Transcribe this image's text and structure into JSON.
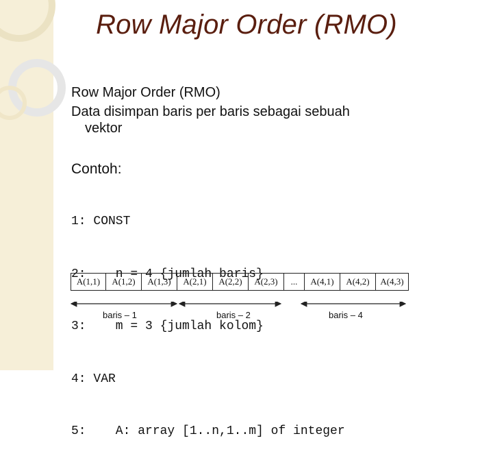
{
  "slide": {
    "title": "Row Major Order (RMO)",
    "heading": "Row Major Order (RMO)",
    "desc_line1": "Data disimpan baris per baris sebagai sebuah",
    "desc_line2": "vektor",
    "contoh": "Contoh:",
    "code": [
      "1: CONST",
      "2:    n = 4 {jumlah baris}",
      "3:    m = 3 {jumlah kolom}",
      "4: VAR",
      "5:    A: array [1..n,1..m] of integer"
    ],
    "cells": [
      "A(1,1)",
      "A(1,2)",
      "A(1,3)",
      "A(2,1)",
      "A(2,2)",
      "A(2,3)",
      "...",
      "A(4,1)",
      "A(4,2)",
      "A(4,3)"
    ],
    "span_labels": [
      "baris – 1",
      "baris – 2",
      "baris – 4"
    ]
  },
  "colors": {
    "title": "#5a1e0f",
    "sidebar": "#f6efd8"
  }
}
